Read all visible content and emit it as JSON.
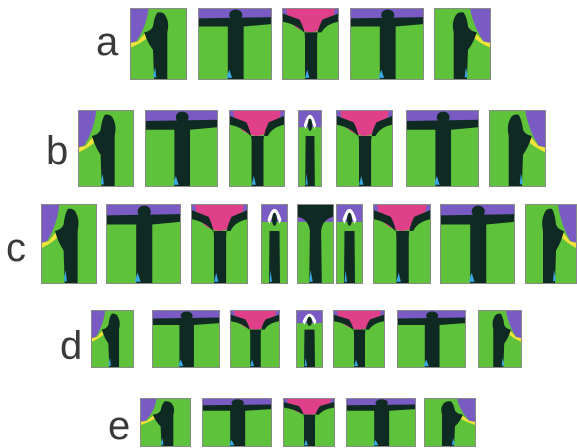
{
  "colors": {
    "grass": "#5ec23a",
    "sky": "#7a5bc4",
    "cape": "#e0408a",
    "yellow": "#f2e23a",
    "figure": "#0e2a22",
    "accent": "#3aa8e0",
    "ring": "#ffffff"
  },
  "rows": [
    {
      "label": "a",
      "frames": [
        {
          "pose": "corner-left-up"
        },
        {
          "pose": "arms-out"
        },
        {
          "pose": "cape-up"
        },
        {
          "pose": "arms-out"
        },
        {
          "pose": "corner-right-up"
        }
      ]
    },
    {
      "label": "b",
      "frames": [
        {
          "pose": "corner-left-up"
        },
        {
          "pose": "arms-out"
        },
        {
          "pose": "cape-up"
        },
        {
          "pose": "narrow-ring"
        },
        {
          "pose": "cape-up"
        },
        {
          "pose": "arms-out"
        },
        {
          "pose": "corner-right-up"
        }
      ]
    },
    {
      "label": "c",
      "frames": [
        {
          "pose": "corner-left-up"
        },
        {
          "pose": "arms-out"
        },
        {
          "pose": "cape-up"
        },
        {
          "pose": "narrow-ring"
        },
        {
          "pose": "narrow-dark"
        },
        {
          "pose": "narrow-ring"
        },
        {
          "pose": "cape-up"
        },
        {
          "pose": "arms-out"
        },
        {
          "pose": "corner-right-up"
        }
      ]
    },
    {
      "label": "d",
      "frames": [
        {
          "pose": "corner-left-up"
        },
        {
          "pose": "arms-out"
        },
        {
          "pose": "cape-up"
        },
        {
          "pose": "narrow-ring"
        },
        {
          "pose": "cape-up"
        },
        {
          "pose": "arms-out"
        },
        {
          "pose": "corner-right-up"
        }
      ]
    },
    {
      "label": "e",
      "frames": [
        {
          "pose": "corner-left-up"
        },
        {
          "pose": "arms-out"
        },
        {
          "pose": "cape-up"
        },
        {
          "pose": "arms-out"
        },
        {
          "pose": "corner-right-up"
        }
      ]
    }
  ]
}
